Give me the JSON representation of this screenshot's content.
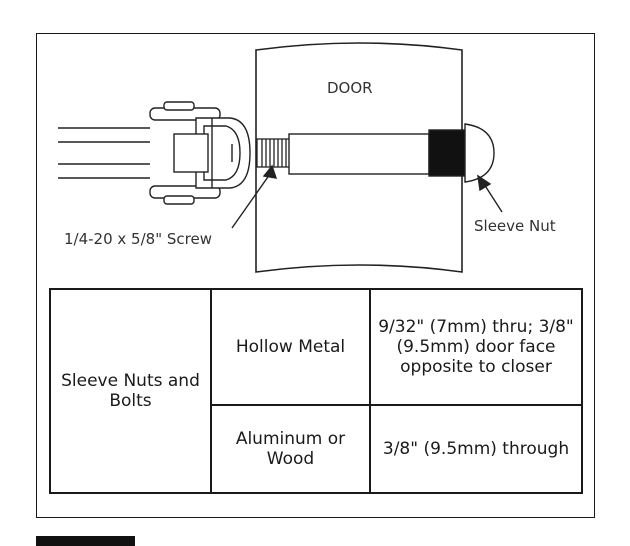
{
  "diagram": {
    "door_label": "DOOR",
    "screw_label": "1/4-20 x 5/8\" Screw",
    "sleeve_nut_label": "Sleeve Nut"
  },
  "table": {
    "fastener": "Sleeve Nuts and Bolts",
    "rows": [
      {
        "material": "Hollow Metal",
        "hole": "9/32\" (7mm) thru; 3/8\" (9.5mm) door face opposite to closer"
      },
      {
        "material": "Aluminum or Wood",
        "hole": "3/8\" (9.5mm) through"
      }
    ]
  }
}
